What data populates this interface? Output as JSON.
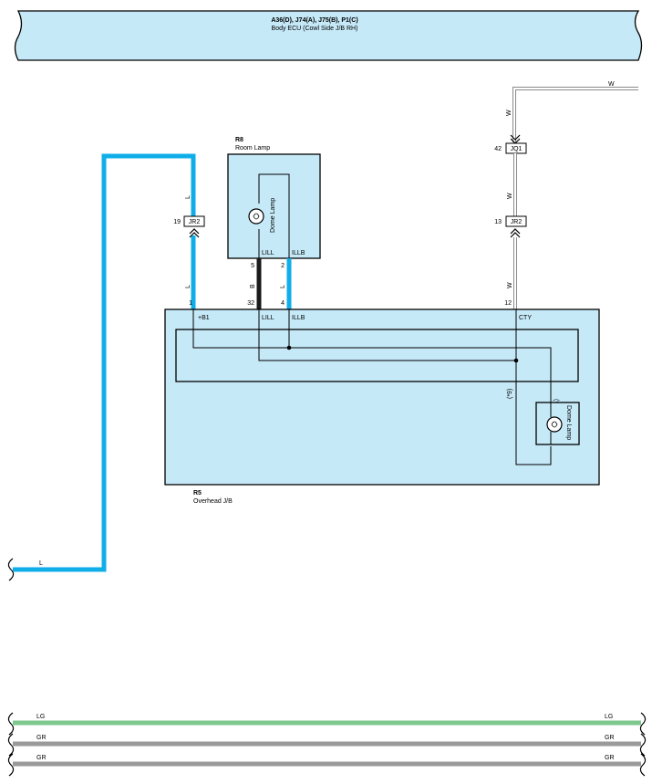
{
  "colors": {
    "box_fill": "#c6e9f8",
    "wire_blue": "#10aee8",
    "wire_black": "#1a1a1a",
    "wire_lg": "#7dc88f",
    "wire_gr": "#9a9a9a",
    "wire_white_outline": "#8a8a8a"
  },
  "body_ecu": {
    "title": "A36(D), J74(A), J75(B), P1(C)",
    "subtitle": "Body ECU (Cowl Side J/B RH)"
  },
  "room_lamp": {
    "code": "R8",
    "name": "Room Lamp",
    "bulb_label": "Dome Lamp",
    "pin_lill": "LILL",
    "pin_illb": "ILLB",
    "pin_num_lill": "5",
    "pin_num_illb": "2"
  },
  "overhead_jb": {
    "code": "R5",
    "name": "Overhead J/B",
    "pin_b1": "+B1",
    "pin_lill": "LILL",
    "pin_illb": "ILLB",
    "pin_cty": "CTY",
    "pin_num_b1": "1",
    "pin_num_lill": "32",
    "pin_num_illb": "4",
    "pin_num_cty": "12",
    "bulb_label": "Dome Lamp",
    "note_left": "(*9)",
    "note_right": "(*9)"
  },
  "connectors": {
    "jr2_left": {
      "label": "JR2",
      "pin": "19"
    },
    "jq1": {
      "label": "JQ1",
      "pin": "42"
    },
    "jr2_right": {
      "label": "JR2",
      "pin": "13"
    }
  },
  "wire_labels": {
    "top_w": "W",
    "w_upper": "W",
    "w_mid": "W",
    "w_lower": "W",
    "l_upper": "L",
    "l_lower": "L",
    "b_room": "B",
    "l_room": "L",
    "l_left_end": "L"
  },
  "bottom_wires": [
    {
      "left": "LG",
      "right": "LG"
    },
    {
      "left": "GR",
      "right": "GR"
    },
    {
      "left": "GR",
      "right": "GR"
    }
  ]
}
